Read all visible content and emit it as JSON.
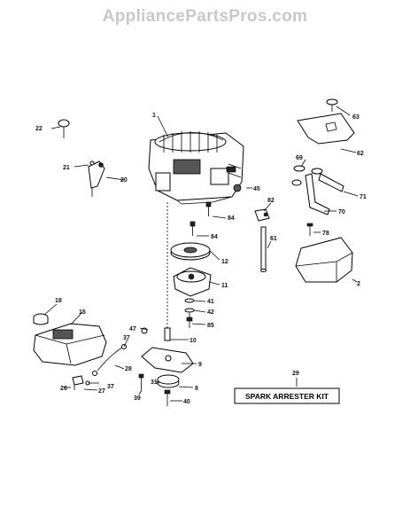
{
  "watermark": "AppliancePartsPros.com",
  "kit_label": "SPARK ARRESTER KIT",
  "callouts": {
    "c1": "1",
    "c2": "2",
    "c8": "8",
    "c9": "9",
    "c10": "10",
    "c11": "11",
    "c12": "12",
    "c15": "15",
    "c18": "18",
    "c20": "20",
    "c21": "21",
    "c22": "22",
    "c26": "26",
    "c27": "27",
    "c28": "28",
    "c29": "29",
    "c31": "31",
    "c37a": "37",
    "c37b": "37",
    "c39": "39",
    "c40": "40",
    "c41": "41",
    "c42": "42",
    "c45": "45",
    "c47": "47",
    "c61": "61",
    "c62": "62",
    "c63": "63",
    "c69": "69",
    "c70": "70",
    "c71": "71",
    "c78": "78",
    "c82": "82",
    "c84a": "84",
    "c84b": "84",
    "c85": "85"
  }
}
